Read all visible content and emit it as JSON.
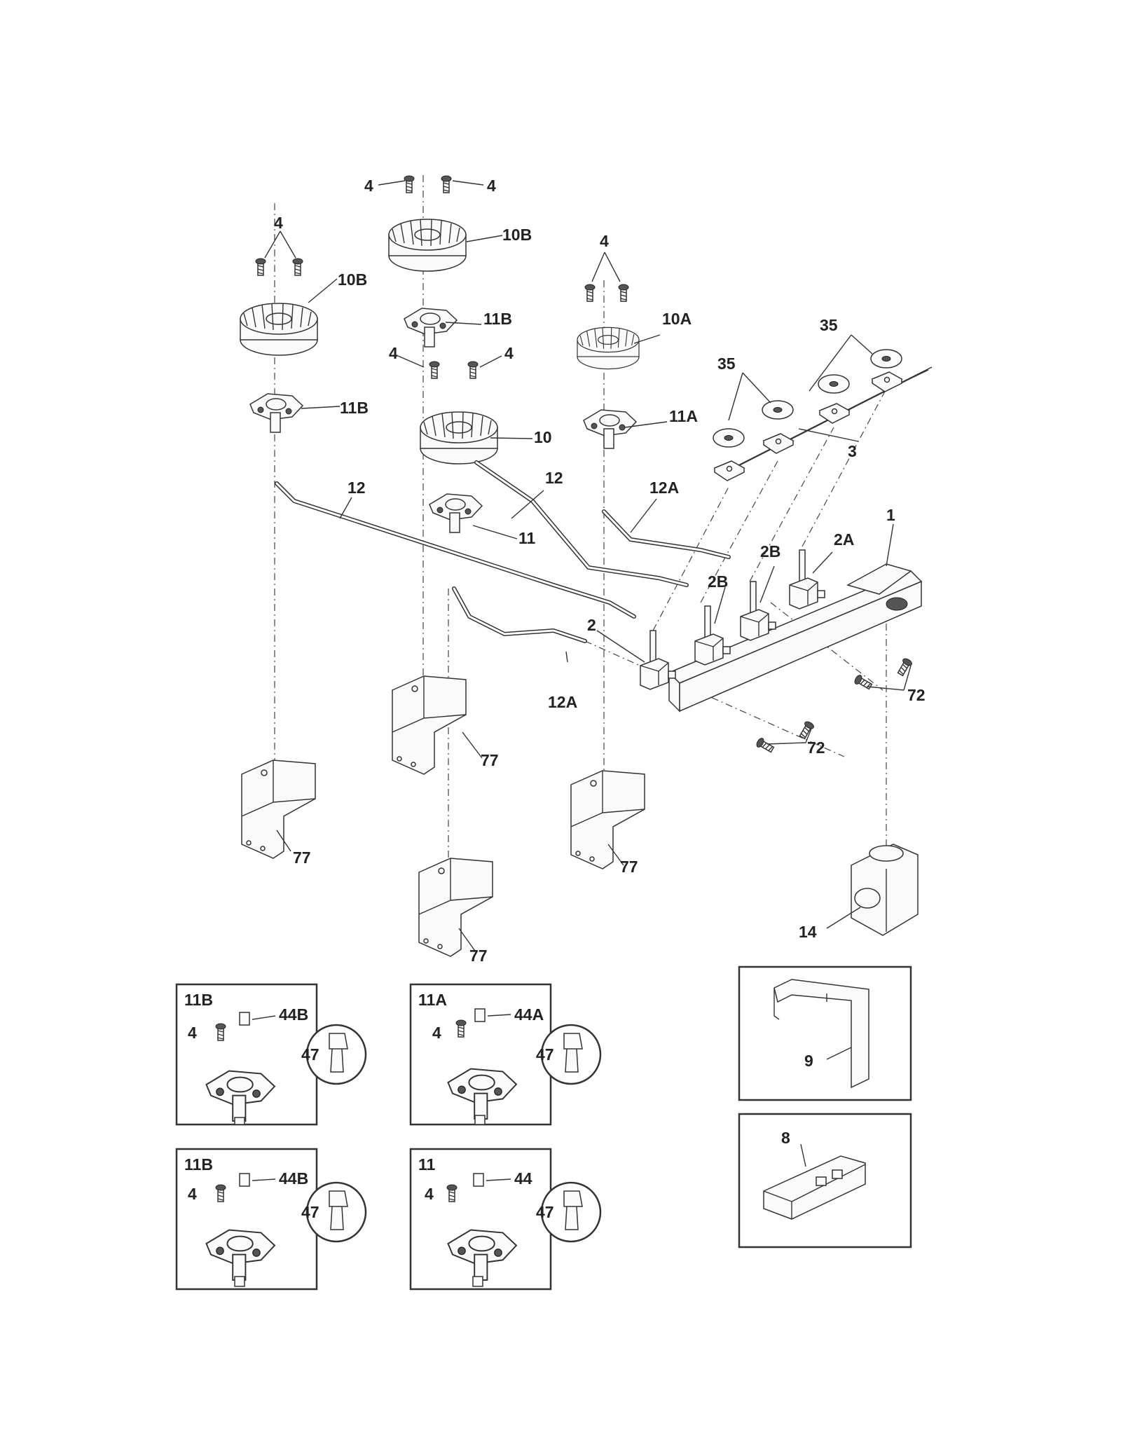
{
  "labels": {
    "screw_a": "4",
    "screw_b": "4",
    "screw_c": "4",
    "screw_d": "4",
    "screw_e": "4",
    "screw_f": "4",
    "screw_g": "4",
    "cap_top": "10B",
    "cap_left": "10B",
    "cap_right": "10A",
    "cap_center": "10",
    "head_top": "11B",
    "head_left": "11B",
    "head_right": "11A",
    "head_center": "11",
    "tube_left": "12",
    "tube_mid": "12",
    "tube_right": "12A",
    "tube_low": "12A",
    "valve_main": "2",
    "valve_b1": "2B",
    "valve_b2": "2B",
    "valve_a": "2A",
    "manifold": "1",
    "wire_harness": "3",
    "electrode_top": "35",
    "electrode_mid": "35",
    "screws_72_a": "72",
    "screws_72_b": "72",
    "bracket_a": "77",
    "bracket_b": "77",
    "bracket_c": "77",
    "bracket_d": "77",
    "regulator": "14",
    "bracket_9": "9",
    "spark_module": "8"
  },
  "insets": [
    {
      "id": "11B",
      "screw": "4",
      "orifice": "44B",
      "detail": "47"
    },
    {
      "id": "11A",
      "screw": "4",
      "orifice": "44A",
      "detail": "47"
    },
    {
      "id": "11B",
      "screw": "4",
      "orifice": "44B",
      "detail": "47"
    },
    {
      "id": "11",
      "screw": "4",
      "orifice": "44",
      "detail": "47"
    }
  ]
}
